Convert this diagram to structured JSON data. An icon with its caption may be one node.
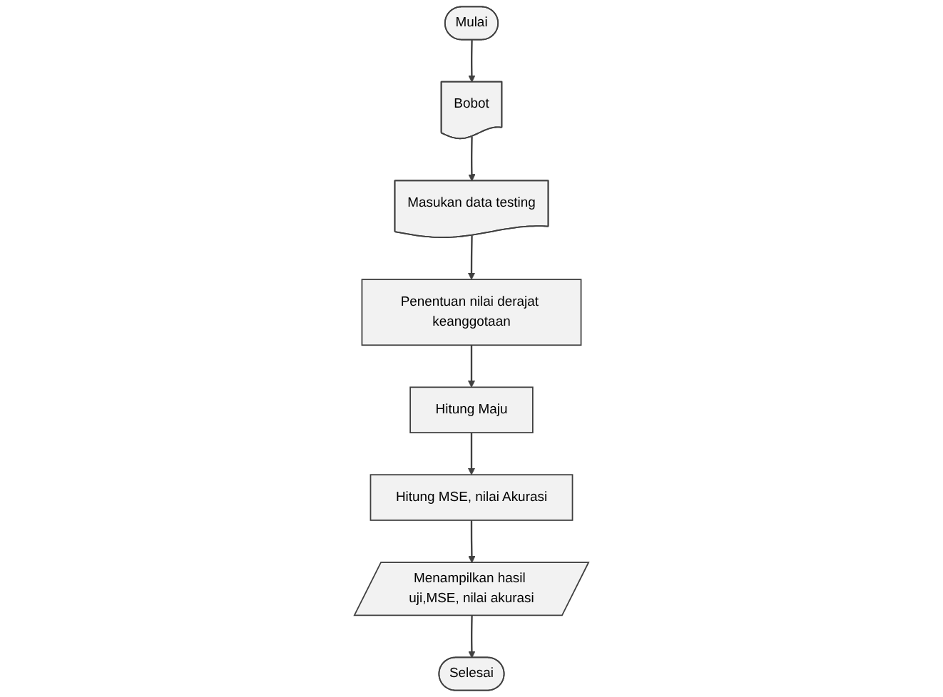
{
  "diagram": {
    "nodes": [
      {
        "text": [
          "Mulai"
        ]
      },
      {
        "text": [
          "Bobot"
        ]
      },
      {
        "text": [
          "Masukan data testing"
        ]
      },
      {
        "text": [
          "Penentuan nilai derajat keanggotaan"
        ]
      },
      {
        "text": [
          "Hitung Maju"
        ]
      },
      {
        "text": [
          "Hitung MSE, nilai Akurasi"
        ]
      },
      {
        "text": [
          "Menampilkan hasil uji,MSE, nilai akurasi"
        ]
      },
      {
        "text": [
          "Selesai"
        ]
      }
    ],
    "edges": [
      {
        "from": 0,
        "to": 1,
        "arrow": "to"
      },
      {
        "from": 1,
        "to": 2,
        "arrow": "to"
      },
      {
        "from": 2,
        "to": 3,
        "arrow": "to"
      },
      {
        "from": 3,
        "to": 4,
        "arrow": "to"
      },
      {
        "from": 4,
        "to": 5,
        "arrow": "to"
      },
      {
        "from": 5,
        "to": 6,
        "arrow": "to"
      },
      {
        "from": 6,
        "to": 7,
        "arrow": "to"
      }
    ]
  }
}
